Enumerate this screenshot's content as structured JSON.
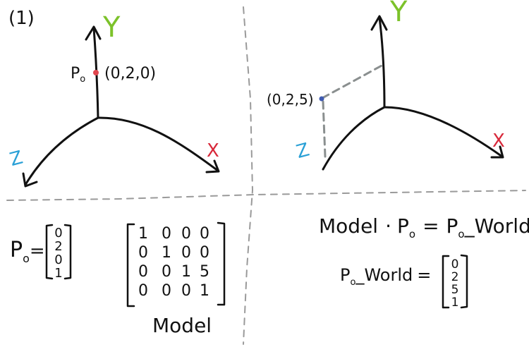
{
  "figure_number": "(1)",
  "colors": {
    "ink": "#111111",
    "y_axis": "#7cc22a",
    "x_axis": "#d8283a",
    "z_axis": "#2aa0d6",
    "point_red": "#e0464e",
    "point_blue": "#3f5bb0",
    "divider": "#9a9a9a",
    "projection": "#8a8f8f"
  },
  "panel_left": {
    "y_label": "Y",
    "x_label": "X",
    "z_label": "Z",
    "point_name": "P",
    "point_sub": "o",
    "point_coords": "(0,2,0)"
  },
  "panel_right": {
    "y_label": "Y",
    "x_label": "X",
    "z_label": "Z",
    "point_coords": "(0,2,5)"
  },
  "vector_p0": {
    "name": "P",
    "sub": "o",
    "equals": "=",
    "values": [
      "0",
      "2",
      "0",
      "1"
    ]
  },
  "model_matrix": {
    "rows": [
      [
        "1",
        "0",
        "0",
        "0"
      ],
      [
        "0",
        "1",
        "0",
        "0"
      ],
      [
        "0",
        "0",
        "1",
        "5"
      ],
      [
        "0",
        "0",
        "0",
        "1"
      ]
    ],
    "caption": "Model"
  },
  "equation": {
    "lhs_word": "Model",
    "dot": "·",
    "p_name": "P",
    "p_sub": "o",
    "equals": "=",
    "rhs_name": "P",
    "rhs_sub": "o",
    "rhs_suffix": "_World"
  },
  "p0_world": {
    "name": "P",
    "sub": "o",
    "suffix": "_World",
    "equals": "=",
    "values": [
      "0",
      "2",
      "5",
      "1"
    ]
  }
}
